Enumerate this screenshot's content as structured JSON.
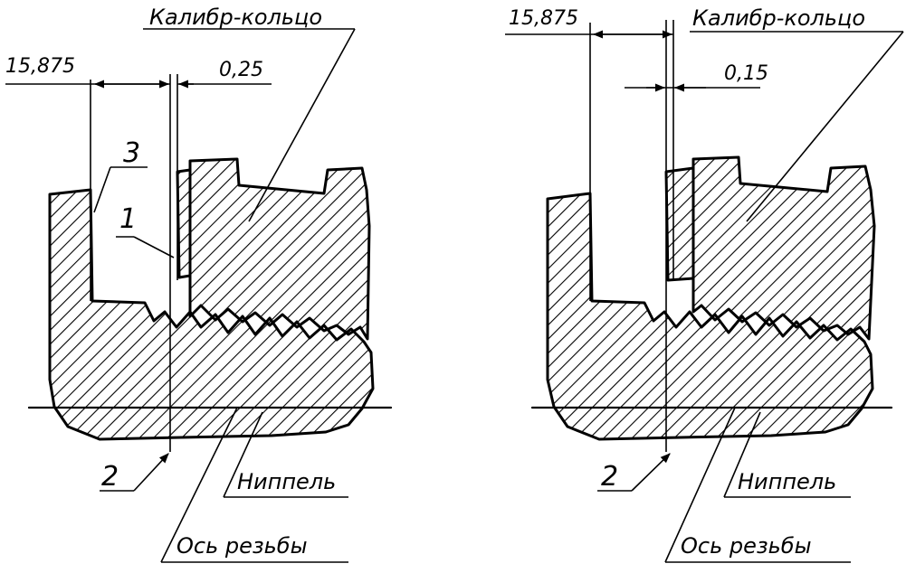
{
  "left": {
    "dim_main": "15,875",
    "dim_gap": "0,25",
    "ring_label": "Калибр-кольцо",
    "nipple_label": "Ниппель",
    "axis_label": "Ось резьбы",
    "marker_1": "1",
    "marker_2": "2",
    "marker_3": "3"
  },
  "right": {
    "dim_main": "15,875",
    "dim_gap": "0,15",
    "ring_label": "Калибр-кольцо",
    "nipple_label": "Ниппель",
    "axis_label": "Ось резьбы",
    "marker_2": "2"
  }
}
